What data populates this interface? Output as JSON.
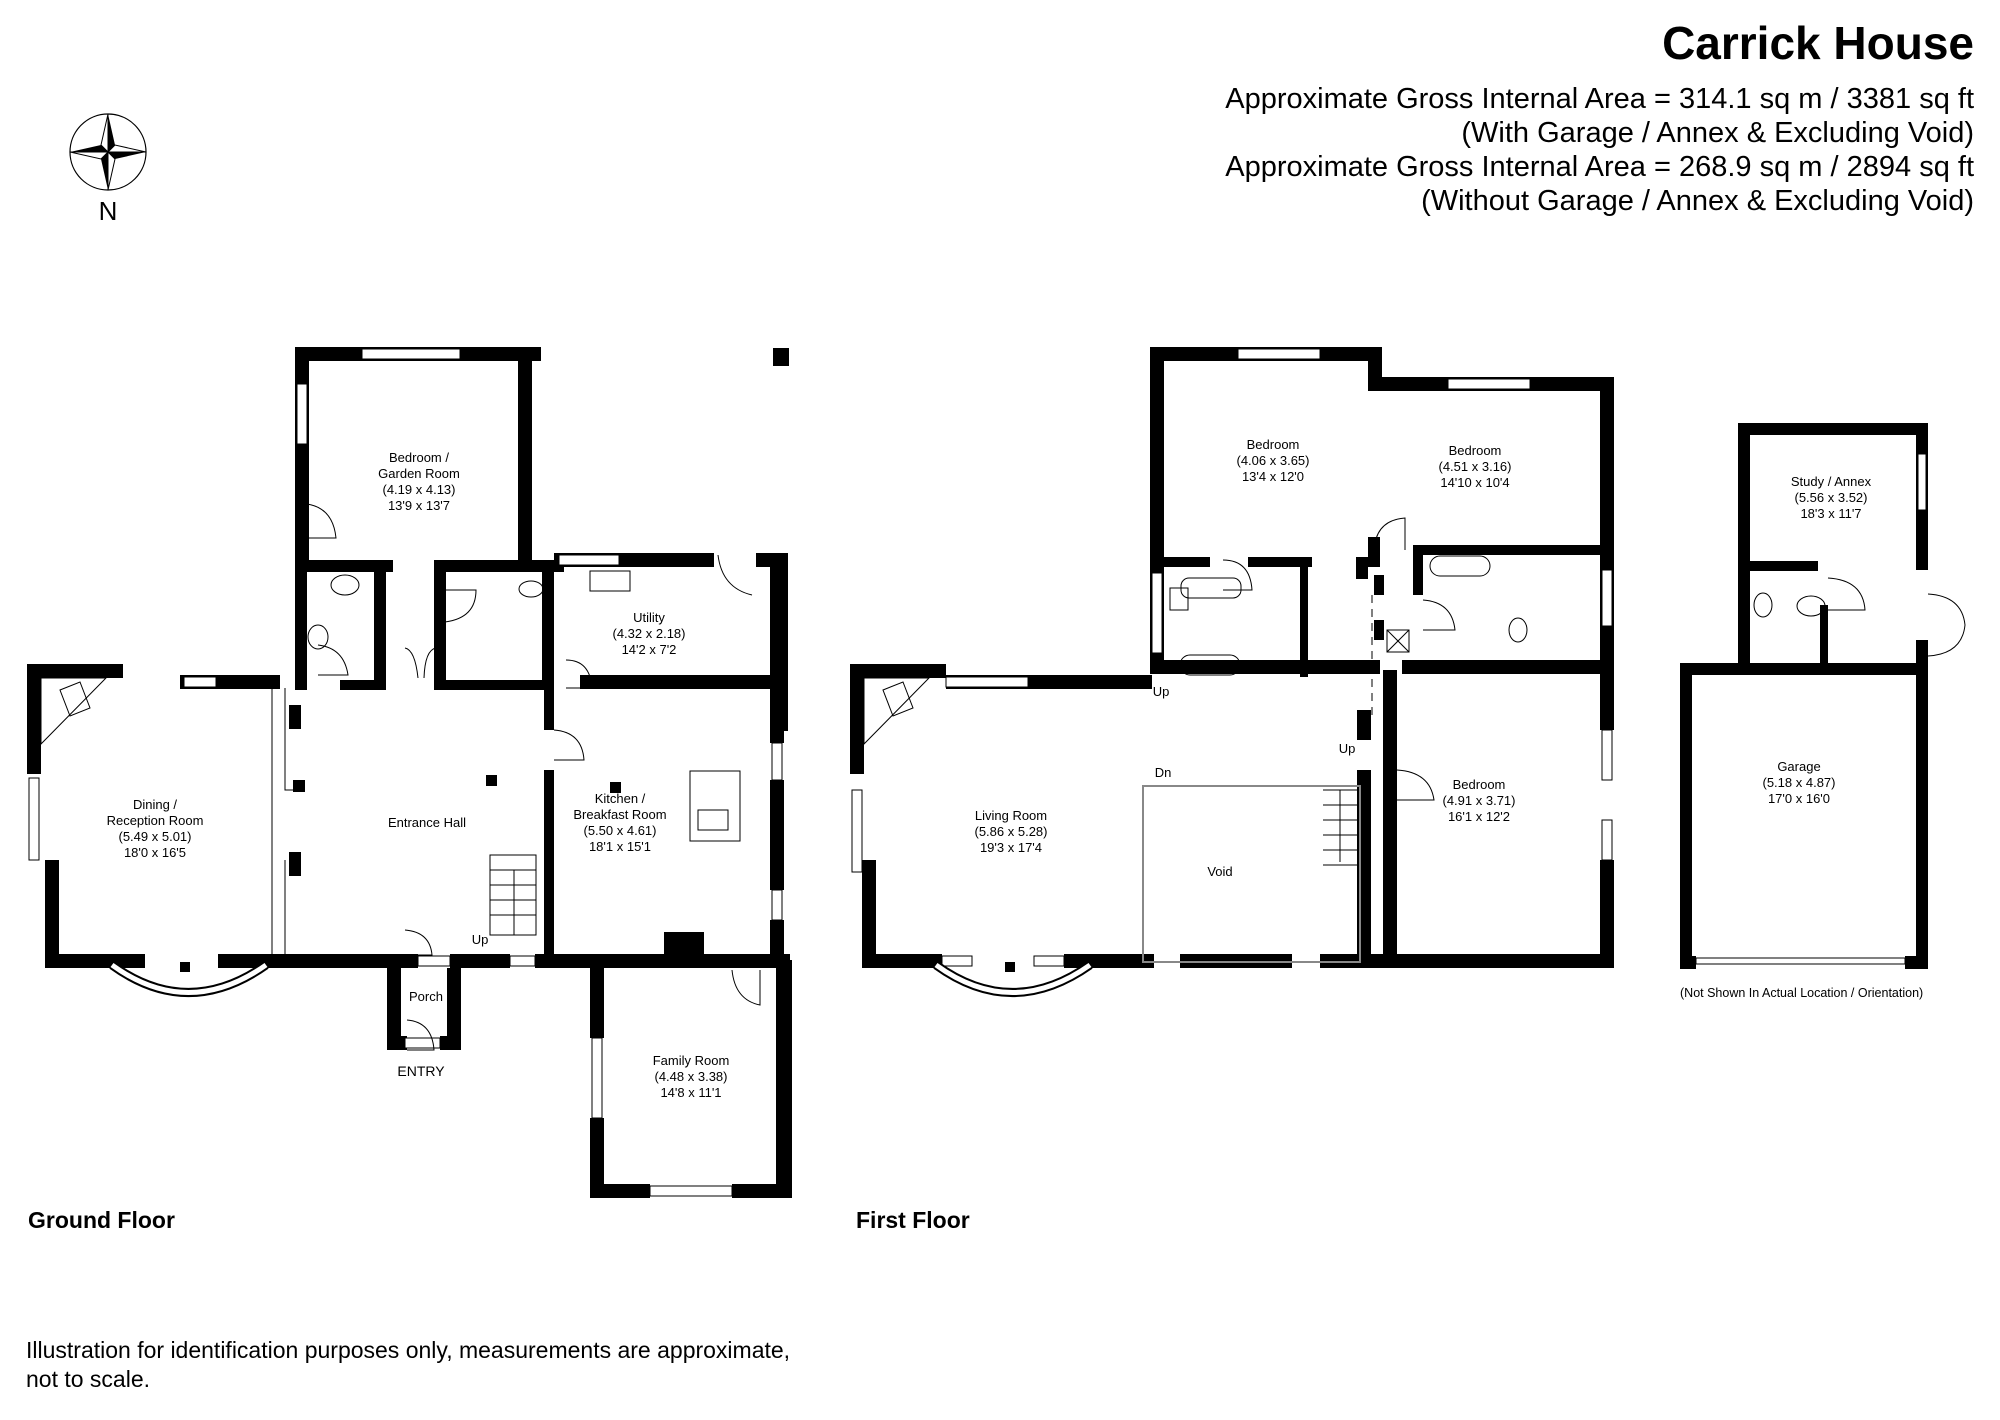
{
  "header": {
    "title": "Carrick House",
    "area_lines": [
      "Approximate Gross Internal Area = 314.1 sq m / 3381 sq ft",
      "(With Garage / Annex & Excluding Void)",
      "Approximate Gross Internal Area = 268.9 sq m / 2894 sq ft",
      "(Without Garage / Annex & Excluding Void)"
    ]
  },
  "compass": {
    "icon": "compass-rose-icon",
    "label": "N"
  },
  "ground_floor": {
    "label": "Ground Floor",
    "rooms": {
      "garden_room": {
        "name1": "Bedroom /",
        "name2": "Garden Room",
        "metric": "(4.19 x 4.13)",
        "imperial": "13'9 x 13'7"
      },
      "utility": {
        "name": "Utility",
        "metric": "(4.32 x 2.18)",
        "imperial": "14'2 x 7'2"
      },
      "dining": {
        "name1": "Dining /",
        "name2": "Reception Room",
        "metric": "(5.49 x 5.01)",
        "imperial": "18'0 x 16'5"
      },
      "hall": {
        "name": "Entrance Hall"
      },
      "kitchen": {
        "name1": "Kitchen /",
        "name2": "Breakfast Room",
        "metric": "(5.50 x 4.61)",
        "imperial": "18'1 x 15'1"
      },
      "porch": {
        "name": "Porch"
      },
      "family": {
        "name": "Family Room",
        "metric": "(4.48 x 3.38)",
        "imperial": "14'8 x 11'1"
      }
    },
    "stairs_label": "Up",
    "entry_label": "ENTRY"
  },
  "first_floor": {
    "label": "First Floor",
    "rooms": {
      "bedroom1": {
        "name": "Bedroom",
        "metric": "(4.06 x 3.65)",
        "imperial": "13'4 x 12'0"
      },
      "bedroom2": {
        "name": "Bedroom",
        "metric": "(4.51 x 3.16)",
        "imperial": "14'10 x 10'4"
      },
      "living": {
        "name": "Living Room",
        "metric": "(5.86 x 5.28)",
        "imperial": "19'3 x 17'4"
      },
      "void": {
        "name": "Void"
      },
      "bedroom3": {
        "name": "Bedroom",
        "metric": "(4.91 x 3.71)",
        "imperial": "16'1 x 12'2"
      }
    },
    "stairs": {
      "up1": "Up",
      "up2": "Up",
      "dn": "Dn"
    }
  },
  "outbuilding": {
    "rooms": {
      "study": {
        "name": "Study / Annex",
        "metric": "(5.56 x 3.52)",
        "imperial": "18'3 x 11'7"
      },
      "garage": {
        "name": "Garage",
        "metric": "(5.18 x 4.87)",
        "imperial": "17'0 x 16'0"
      }
    },
    "note": "(Not Shown In Actual Location / Orientation)"
  },
  "footer": {
    "disclaimer_line1": "Illustration for identification purposes only, measurements are approximate,",
    "disclaimer_line2": "not to scale."
  }
}
